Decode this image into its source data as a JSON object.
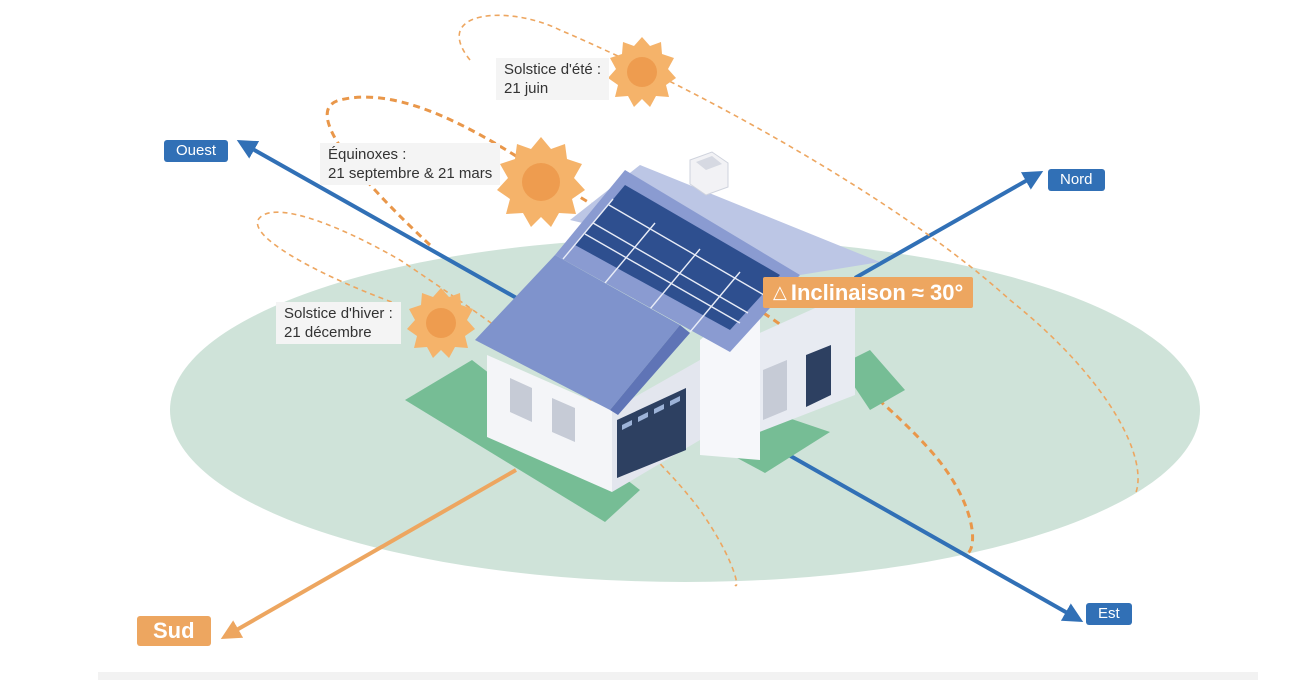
{
  "directions": {
    "west": "Ouest",
    "north": "Nord",
    "east": "Est",
    "south": "Sud"
  },
  "sun_positions": {
    "summer": {
      "title": "Solstice d'été :",
      "date": "21 juin"
    },
    "equinox": {
      "title": "Équinoxes :",
      "date": "21 septembre & 21 mars"
    },
    "winter": {
      "title": "Solstice d'hiver :",
      "date": "21 décembre"
    }
  },
  "tilt": {
    "icon": "triangle-angle-icon",
    "label": "Inclinaison ≈ 30°"
  },
  "colors": {
    "axis_blue": "#3170b6",
    "accent_orange": "#eda660",
    "ground": "#cfe3d9",
    "lawn": "#76bd95",
    "roof": "#8a9bd1",
    "roof_light": "#bcc6e5",
    "panel": "#2e4f8f",
    "sun": "#f5b36a"
  }
}
